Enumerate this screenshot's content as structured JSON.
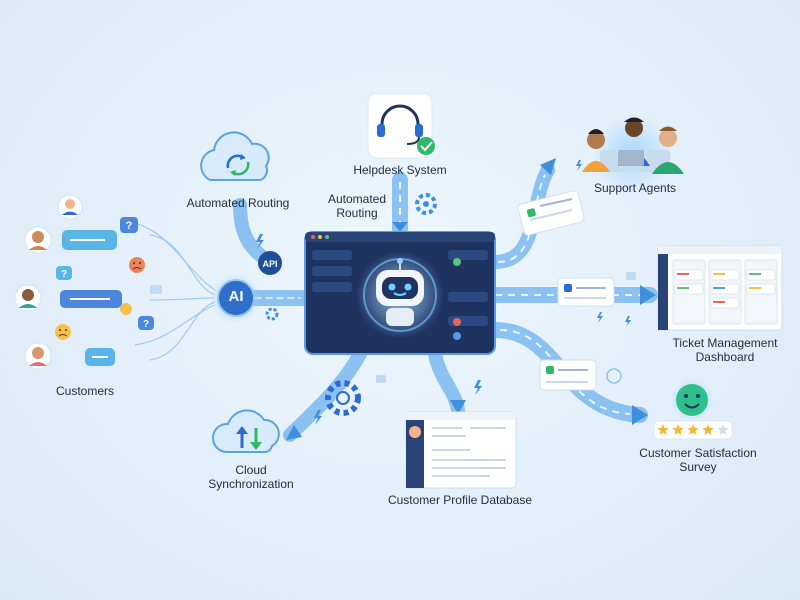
{
  "nodes": {
    "customers": "Customers",
    "routing_top": "Automated Routing",
    "helpdesk": "Helpdesk System",
    "routing_center": "Automated\nRouting",
    "support_agents": "Support Agents",
    "ticket_dashboard": "Ticket Management\nDashboard",
    "survey": "Customer Satisfaction\nSurvey",
    "profile_db": "Customer Profile Database",
    "cloud_sync": "Cloud\nSynchronization"
  },
  "badges": {
    "ai": "AI",
    "api": "API"
  },
  "icons": {
    "helpdesk": "headset-icon",
    "routing": "cloud-arrows-icon",
    "cloud_sync": "cloud-sync-icon",
    "chatbot": "robot-icon",
    "survey": "smiley-icon"
  },
  "colors": {
    "flow": "#4aa3ea",
    "hub": "#1f3361",
    "accent": "#2f8ae0",
    "check": "#2fb76a"
  },
  "survey": {
    "rating": 4,
    "max": 5
  }
}
